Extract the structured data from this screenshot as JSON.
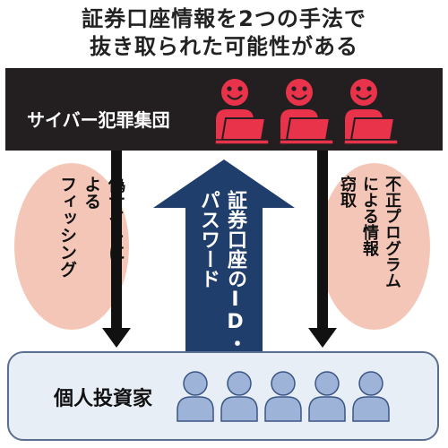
{
  "title": {
    "line1": "証券口座情報を2つの手法で",
    "line2": "抜き取られた可能性がある"
  },
  "criminal": {
    "label": "サイバー犯罪集団",
    "icon": "hacker-at-laptop-icon",
    "icon_count": 3,
    "color": "#e8334a"
  },
  "methods": {
    "left": {
      "lines": [
        "偽サイトに",
        "よる",
        "フィッシング"
      ]
    },
    "right": {
      "lines": [
        "不正プログラム",
        "による情報",
        "窃取"
      ]
    }
  },
  "stolen_info": {
    "lines": [
      "証券口座のID・",
      "パスワード"
    ],
    "arrow_color": "#1f3e6b"
  },
  "investor": {
    "label": "個人投資家",
    "icon": "person-icon",
    "icon_count": 5,
    "color": "#9db4d8"
  }
}
